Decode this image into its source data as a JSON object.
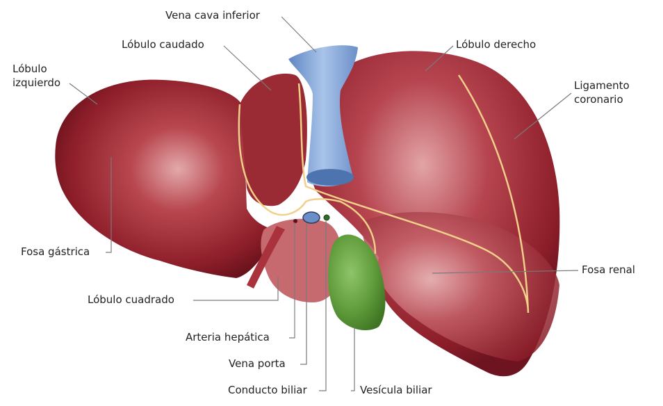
{
  "labels": {
    "vena_cava_inferior": "Vena cava inferior",
    "lobulo_caudado": "Lóbulo caudado",
    "lobulo_derecho": "Lóbulo derecho",
    "lobulo_izquierdo_1": "Lóbulo",
    "lobulo_izquierdo_2": "izquierdo",
    "ligamento_coronario_1": "Ligamento",
    "ligamento_coronario_2": "coronario",
    "fosa_gastrica": "Fosa gástrica",
    "fosa_renal": "Fosa renal",
    "lobulo_cuadrado": "Lóbulo cuadrado",
    "arteria_hepatica": "Arteria hepática",
    "vena_porta": "Vena porta",
    "conducto_biliar": "Conducto biliar",
    "vesicula_biliar": "Vesícula biliar"
  },
  "colors": {
    "liver": "#8e1f2a",
    "liver_highlight": "#d88a8e",
    "liver_dark": "#5e0f18",
    "vena_cava": "#7fa3d6",
    "gallbladder": "#5e9a3a",
    "ligament": "#f1d08a",
    "leader_line": "#7a7a7a"
  }
}
